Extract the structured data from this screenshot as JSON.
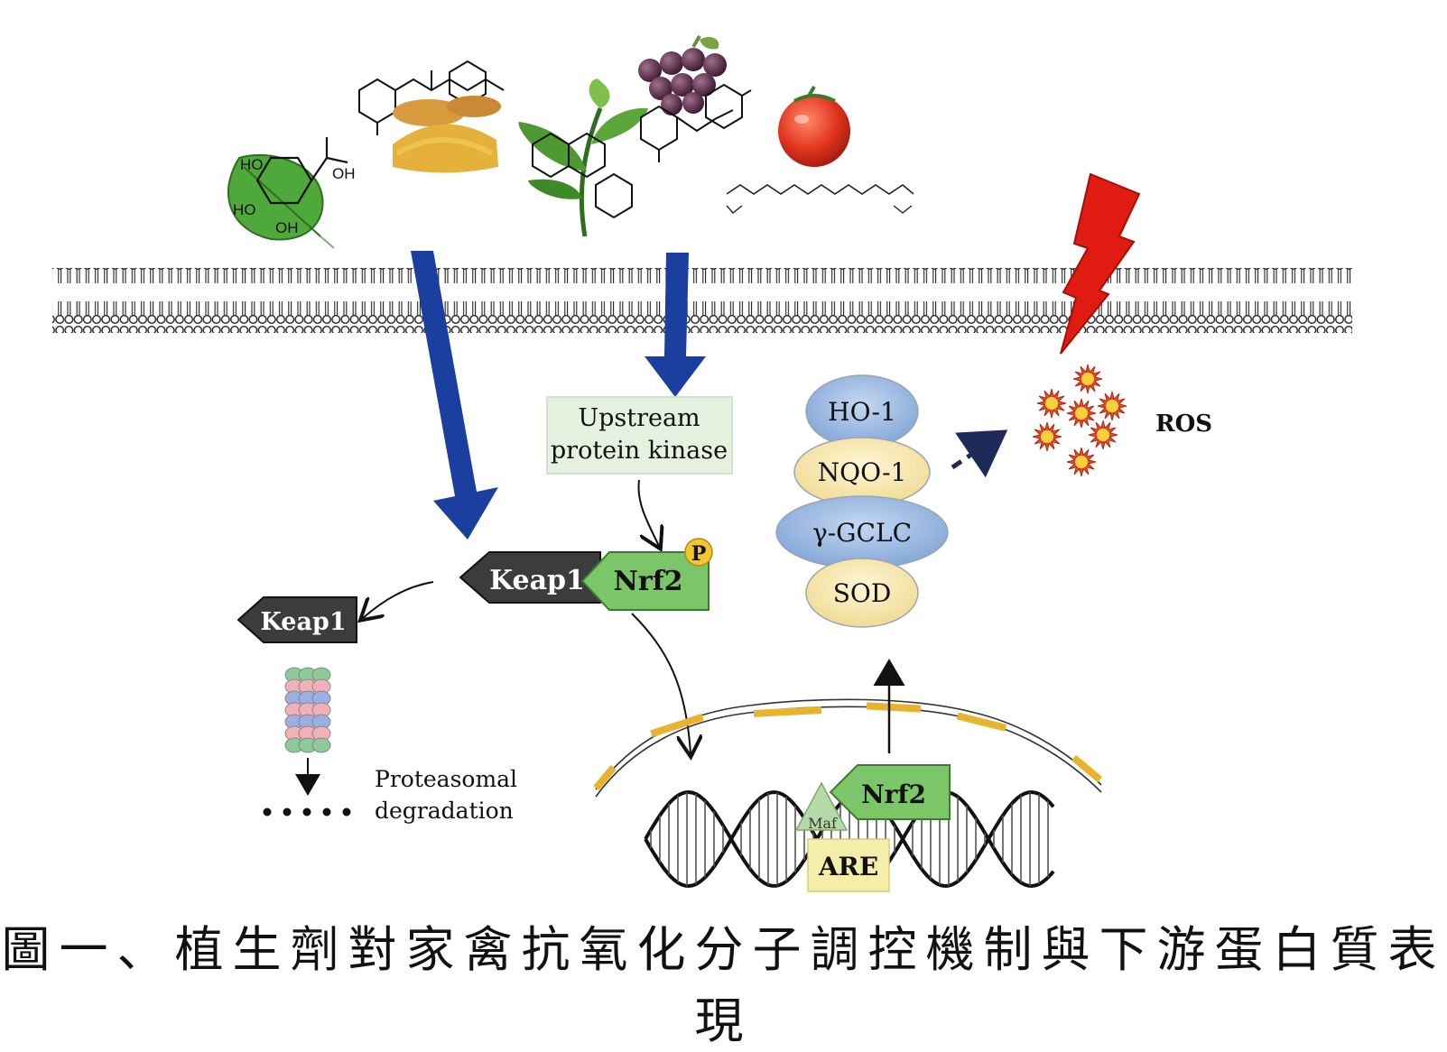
{
  "diagram": {
    "labels": {
      "upstream_line1": "Upstream",
      "upstream_line2": "protein kinase",
      "keap1_main": "Keap1",
      "nrf2_main": "Nrf2",
      "phospho": "P",
      "keap1_free": "Keap1",
      "proteasomal_line1": "Proteasomal",
      "proteasomal_line2": "degradation",
      "nrf2_nucleus": "Nrf2",
      "maf": "Maf",
      "are": "ARE",
      "ros": "ROS",
      "hydroxy": "HO",
      "hydroxy_r": "OH"
    },
    "enzymes": [
      {
        "name": "HO-1",
        "color": "#8fb2dd"
      },
      {
        "name": "NQO-1",
        "color": "#f5e2a4"
      },
      {
        "name": "γ-GCLC",
        "color": "#8fb2dd"
      },
      {
        "name": "SOD",
        "color": "#f5e2a4"
      }
    ],
    "colors": {
      "arrow_blue": "#1a3f9e",
      "nrf2_green": "#7cc66a",
      "keap1_dark": "#3c3c3c",
      "bolt_red": "#e01b12",
      "ros_yellow": "#f5d23a",
      "envelope_gold": "#e8b430"
    }
  },
  "caption": "圖一、植生劑對家禽抗氧化分子調控機制與下游蛋白質表現"
}
